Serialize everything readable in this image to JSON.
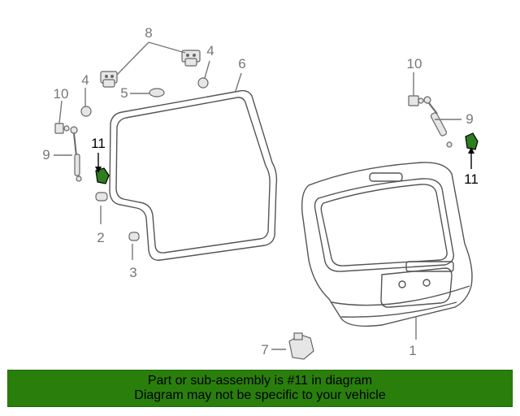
{
  "callouts": {
    "c1": "1",
    "c2": "2",
    "c3": "3",
    "c4a": "4",
    "c4b": "4",
    "c5": "5",
    "c6": "6",
    "c7": "7",
    "c8": "8",
    "c9a": "9",
    "c9b": "9",
    "c10a": "10",
    "c10b": "10",
    "c11a": "11",
    "c11b": "11"
  },
  "banner": {
    "line1": "Part or sub-assembly is #11 in diagram",
    "line2": "Diagram may not be specific to your vehicle"
  },
  "colors": {
    "highlight": "#2e7d1e",
    "banner": "#2a7f0c",
    "callout": "#777777"
  }
}
